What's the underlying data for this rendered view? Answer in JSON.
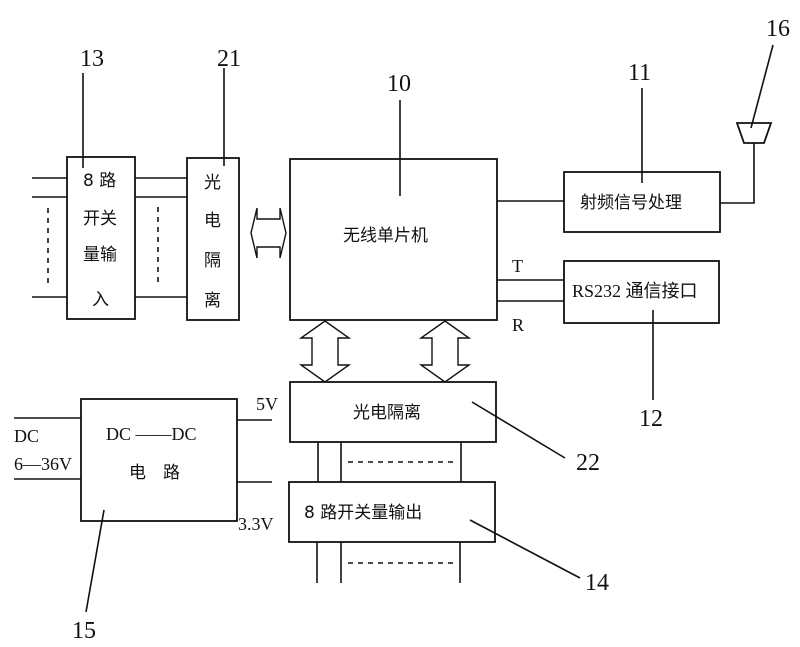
{
  "diagram": {
    "blocks": {
      "mcu": {
        "ref": "10",
        "label": "无线单片机"
      },
      "rf": {
        "ref": "11",
        "label": "射频信号处理"
      },
      "rs232": {
        "ref": "12",
        "label": "RS232 通信接口"
      },
      "input": {
        "ref": "13",
        "lines": [
          "8 路",
          "开关",
          "量输",
          "入"
        ]
      },
      "output": {
        "ref": "14",
        "label": "8 路开关量输出"
      },
      "power": {
        "ref": "15",
        "line1": "DC ——DC",
        "line2": "电　路"
      },
      "antenna": {
        "ref": "16"
      },
      "opto_in": {
        "ref": "21",
        "lines": [
          "光",
          "电",
          "隔",
          "离"
        ]
      },
      "opto_out": {
        "ref": "22",
        "label": "光电隔离"
      }
    },
    "signals": {
      "tx": "T",
      "rx": "R",
      "v5": "5V",
      "v33": "3.3V",
      "dc_in_1": "DC",
      "dc_in_2": "6—36V"
    }
  }
}
